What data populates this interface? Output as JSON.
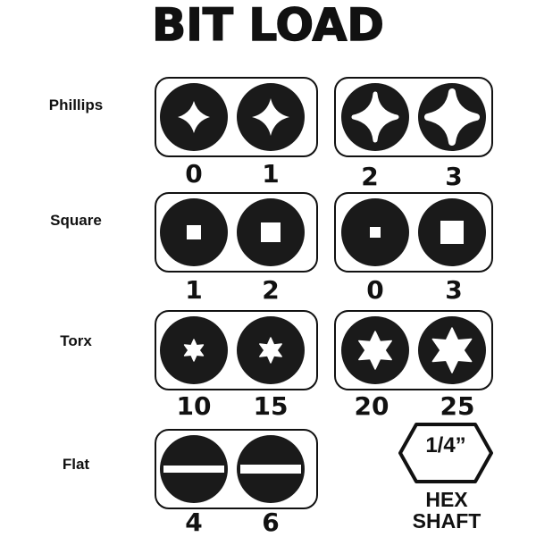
{
  "title": "BIT LOAD",
  "rows": [
    {
      "label": "Phillips",
      "sizes": [
        "0",
        "1",
        "2",
        "3"
      ]
    },
    {
      "label": "Square",
      "sizes": [
        "1",
        "2",
        "0",
        "3"
      ]
    },
    {
      "label": "Torx",
      "sizes": [
        "10",
        "15",
        "20",
        "25"
      ]
    },
    {
      "label": "Flat",
      "sizes": [
        "4",
        "6"
      ]
    }
  ],
  "hex": {
    "size": "1/4”",
    "line1": "HEX",
    "line2": "SHAFT"
  },
  "colors": {
    "ink": "#111111",
    "bit": "#1a1a1a",
    "background": "#ffffff"
  }
}
